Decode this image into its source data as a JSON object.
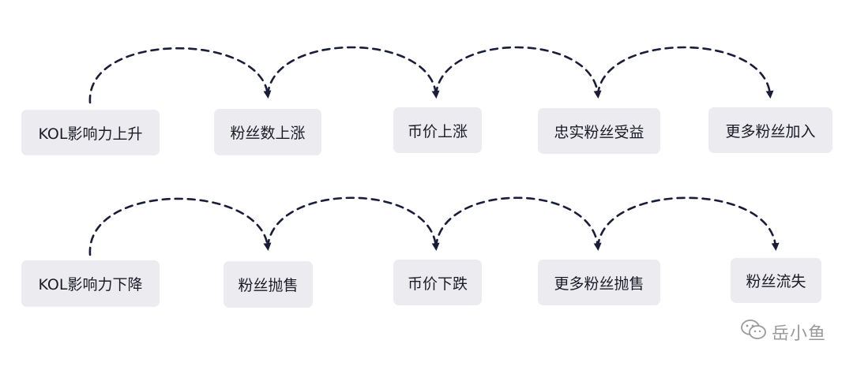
{
  "diagram": {
    "rows": [
      {
        "nodes": [
          "KOL影响力上升",
          "粉丝数上涨",
          "币价上涨",
          "忠实粉丝受益",
          "更多粉丝加入"
        ]
      },
      {
        "nodes": [
          "KOL影响力下降",
          "粉丝抛售",
          "币价下跌",
          "更多粉丝抛售",
          "粉丝流失"
        ]
      }
    ],
    "colors": {
      "node_bg": "#ececf0",
      "arrow": "#1a1d3a",
      "text": "#1b1b26"
    }
  },
  "watermark": {
    "icon": "wechat-icon",
    "text": "岳小鱼"
  }
}
